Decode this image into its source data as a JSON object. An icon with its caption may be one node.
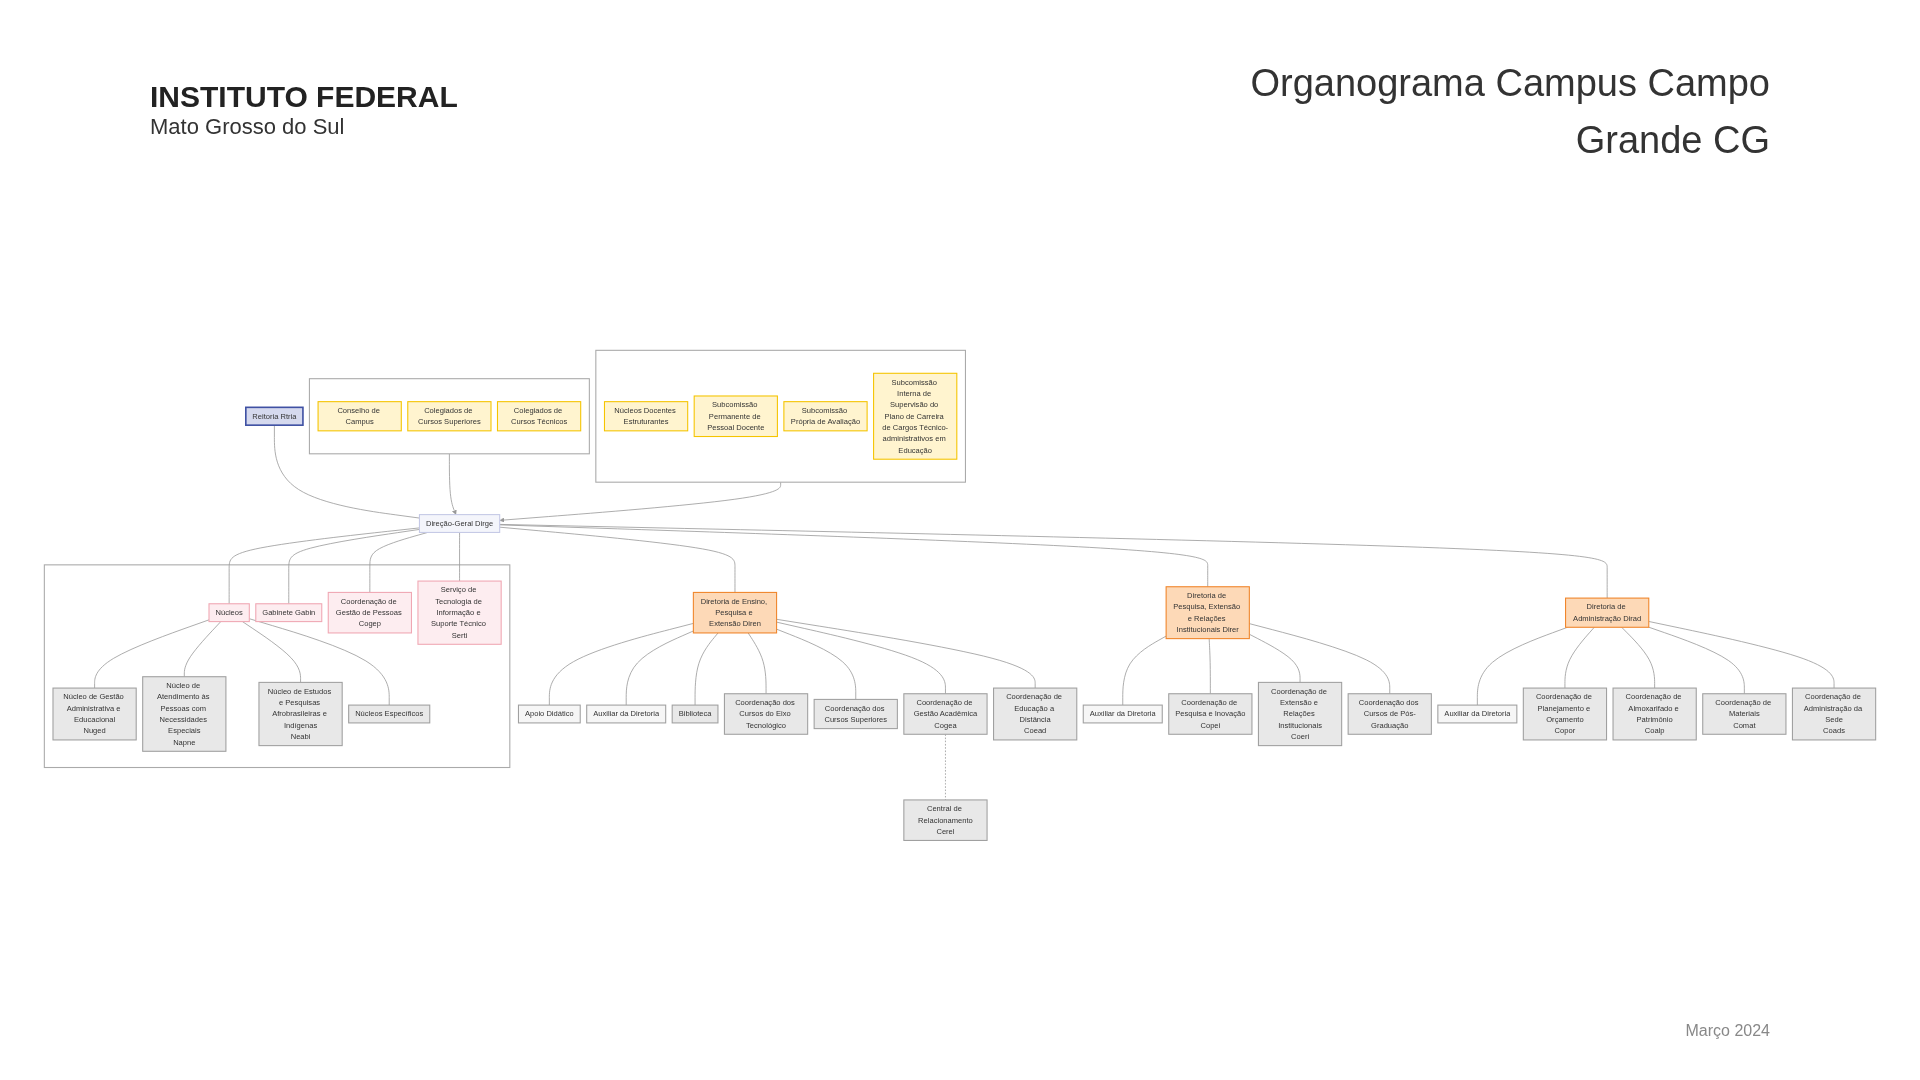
{
  "diagram": {
    "title": "Organograma Campus Campo Grande CG",
    "nodes": [
      {
        "text": [
          "Reitoria Rtria"
        ]
      },
      {
        "text": [
          "Direção-Geral Dirge"
        ]
      },
      {
        "text": [],
        "shape": "box"
      },
      {
        "text": [
          "Conselho de Campus"
        ],
        "in": 2
      },
      {
        "text": [
          "Colegiados de Cursos Superiores"
        ],
        "in": 2
      },
      {
        "text": [
          "Colegiados de Cursos Técnicos"
        ],
        "in": 2
      },
      {
        "text": [],
        "shape": "box"
      },
      {
        "text": [
          "Gabinete Gabin"
        ],
        "in": 6
      },
      {
        "text": [
          "Coordenação de Gestão de Pessoas Cogep"
        ],
        "in": 6
      },
      {
        "text": [
          "Serviço de Tecnologia de Informação e Suporte Técnico Serti"
        ],
        "in": 6
      },
      {
        "text": [
          "Núcleos"
        ],
        "in": 6
      },
      {
        "text": [
          "Núcleo de Gestão Administrativa e Educacional",
          "Nuged"
        ],
        "in": 6
      },
      {
        "text": [
          "Núcleo de Atendimento às Pessoas com Necessidades Especiais",
          "Napne"
        ],
        "in": 6
      },
      {
        "text": [
          "Núcleo de Estudos e Pesquisas Afrobrasileiras e Indígenas",
          "Neabi"
        ],
        "in": 6
      },
      {
        "text": [
          "Núcleos Específicos"
        ],
        "in": 6
      },
      {
        "text": [],
        "shape": "box"
      },
      {
        "text": [
          "Núcleos Docentes Estruturantes"
        ],
        "in": 15
      },
      {
        "text": [
          "Subcomissão Permanente de Pessoal Docente"
        ],
        "in": 15
      },
      {
        "text": [
          "Subcomissão Própria de Avaliação"
        ],
        "in": 15
      },
      {
        "text": [
          "Subcomissão Interna de Supervisão do Plano de Carreira de Cargos Técnico-administrativos em Educação"
        ],
        "in": 15
      },
      {
        "text": [
          "Diretoria de Ensino, Pesquisa e Extensão Diren"
        ]
      },
      {
        "text": [
          "Diretoria de Pesquisa, Extensão e Relações Institucionais Direr"
        ]
      },
      {
        "text": [
          "Diretoria de Administração Dirad"
        ]
      },
      {
        "text": [
          "Apoio Didático"
        ]
      },
      {
        "text": [
          "Auxiliar da Diretoria"
        ]
      },
      {
        "text": [
          "Biblioteca"
        ]
      },
      {
        "text": [
          "Coordenação dos Cursos do Eixo Tecnológico"
        ]
      },
      {
        "text": [
          "Coordenação dos Cursos Superiores"
        ]
      },
      {
        "text": [
          "Coordenação de Gestão Acadêmica",
          "Cogea"
        ]
      },
      {
        "text": [
          "Coordenação de Educação a Distância",
          "Coead"
        ]
      },
      {
        "text": [
          "Central de Relacionamento",
          "Cerel"
        ]
      },
      {
        "text": [
          "Auxiliar da Diretoria"
        ]
      },
      {
        "text": [
          "Coordenação de Pesquisa e Inovação",
          "Copei"
        ]
      },
      {
        "text": [
          "Coordenação de Extensão e Relações Institucionais",
          "Coeri"
        ]
      },
      {
        "text": [
          "Coordenação dos Cursos de Pós-Graduação"
        ]
      },
      {
        "text": [
          "Auxiliar da Diretoria"
        ]
      },
      {
        "text": [
          "Coordenação de Planejamento e Orçamento",
          "Copor"
        ]
      },
      {
        "text": [
          "Coordenação de Almoxarifado e Patrimônio",
          "Coalp"
        ]
      },
      {
        "text": [
          "Coordenação de Materiais",
          "Comat"
        ]
      },
      {
        "text": [
          "Coordenação de Administração da Sede",
          "Coads"
        ]
      }
    ],
    "edges": [
      {
        "from": 0,
        "to": 1,
        "arrow": "none"
      },
      {
        "from": 2,
        "to": 1,
        "arrow": "to"
      },
      {
        "from": 15,
        "to": 1,
        "arrow": "to"
      },
      {
        "from": 1,
        "to": 10,
        "arrow": "none"
      },
      {
        "from": 10,
        "to": 11,
        "arrow": "none"
      },
      {
        "from": 10,
        "to": 12,
        "arrow": "none"
      },
      {
        "from": 10,
        "to": 13,
        "arrow": "none"
      },
      {
        "from": 10,
        "to": 14,
        "arrow": "none"
      },
      {
        "from": 1,
        "to": 7,
        "arrow": "none"
      },
      {
        "from": 1,
        "to": 8,
        "arrow": "none"
      },
      {
        "from": 1,
        "to": 9,
        "arrow": "none"
      },
      {
        "from": 1,
        "to": 20,
        "arrow": "none"
      },
      {
        "from": 1,
        "to": 21,
        "arrow": "none"
      },
      {
        "from": 1,
        "to": 22,
        "arrow": "none"
      },
      {
        "from": 20,
        "to": 23,
        "arrow": "none"
      },
      {
        "from": 20,
        "to": 24,
        "arrow": "none"
      },
      {
        "from": 20,
        "to": 25,
        "arrow": "none"
      },
      {
        "from": 20,
        "to": 26,
        "arrow": "none"
      },
      {
        "from": 20,
        "to": 27,
        "arrow": "none"
      },
      {
        "from": 20,
        "to": 28,
        "arrow": "none"
      },
      {
        "from": 20,
        "to": 29,
        "arrow": "none"
      },
      {
        "from": 28,
        "to": 30,
        "arrow": "none",
        "style": "dashed"
      },
      {
        "from": 21,
        "to": 31,
        "arrow": "none"
      },
      {
        "from": 21,
        "to": 32,
        "arrow": "none"
      },
      {
        "from": 21,
        "to": 33,
        "arrow": "none"
      },
      {
        "from": 21,
        "to": 34,
        "arrow": "none"
      },
      {
        "from": 22,
        "to": 35,
        "arrow": "none"
      },
      {
        "from": 22,
        "to": 36,
        "arrow": "none"
      },
      {
        "from": 22,
        "to": 37,
        "arrow": "none"
      },
      {
        "from": 22,
        "to": 38,
        "arrow": "none"
      },
      {
        "from": 22,
        "to": 39,
        "arrow": "none"
      }
    ],
    "labels": [
      "INSTITUTO FEDERAL",
      "Mato Grosso do Sul",
      "Março 2024"
    ]
  }
}
